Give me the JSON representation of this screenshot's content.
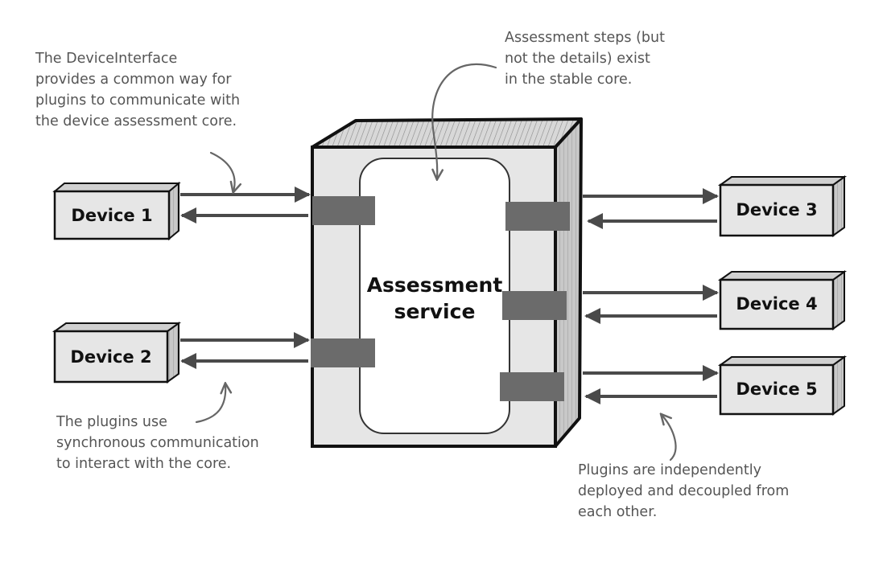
{
  "core": {
    "label_line1": "Assessment",
    "label_line2": "service"
  },
  "devices": [
    {
      "id": "device-1",
      "label": "Device 1"
    },
    {
      "id": "device-2",
      "label": "Device 2"
    },
    {
      "id": "device-3",
      "label": "Device 3"
    },
    {
      "id": "device-4",
      "label": "Device 4"
    },
    {
      "id": "device-5",
      "label": "Device 5"
    }
  ],
  "annotations": {
    "device_interface": [
      "The DeviceInterface",
      "provides a common way for",
      "plugins to communicate with",
      "the device assessment core."
    ],
    "assessment_steps": [
      "Assessment steps (but",
      "not the details) exist",
      "in the stable core."
    ],
    "synchronous": [
      "The plugins use",
      "synchronous communication",
      "to interact with the core."
    ],
    "decoupled": [
      "Plugins are independently",
      "deployed and decoupled from",
      "each other."
    ]
  },
  "colors": {
    "outline": "#111111",
    "box_fill": "#e6e6e6",
    "box_side": "#c4c4c4",
    "port": "#6b6b6b",
    "arrow": "#4a4a4a",
    "note_text": "#555555"
  }
}
